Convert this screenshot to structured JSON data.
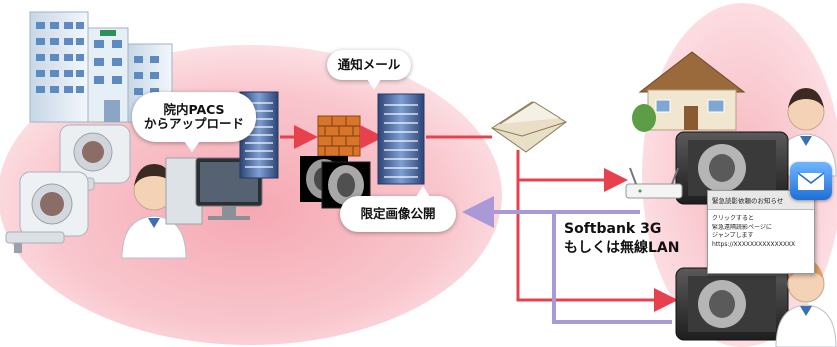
{
  "bubbles": {
    "upload_line1": "院内PACS",
    "upload_line2": "からアップロード",
    "mail": "通知メール",
    "publish": "限定画像公開"
  },
  "network": {
    "line1": "Softbank  3G",
    "line2": "もしくは無線LAN"
  },
  "notification": {
    "title": "緊急読影依頼のお知らせ",
    "body_line1": "クリックすると",
    "body_line2": "緊急遠隔読影ページに",
    "body_line3": "ジャンプします",
    "url": "https://XXXXXXXXXXXXXXX"
  },
  "colors": {
    "hospital_zone": "#f6b3bc",
    "home_zone": "#f8c4cc",
    "red_arrow": "#e8414e",
    "purple_arrow": "#a999d6",
    "server": "#3d5f9a",
    "firewall": "#e07b22"
  },
  "icons": [
    "hospital-building-icon",
    "mri-scanner-icon",
    "ct-scanner-icon",
    "doctor-icon",
    "workstation-icon",
    "server-icon",
    "firewall-icon",
    "brain-scan-icon",
    "envelope-icon",
    "house-icon",
    "wireless-router-icon",
    "tablet-icon",
    "mail-badge-icon"
  ]
}
